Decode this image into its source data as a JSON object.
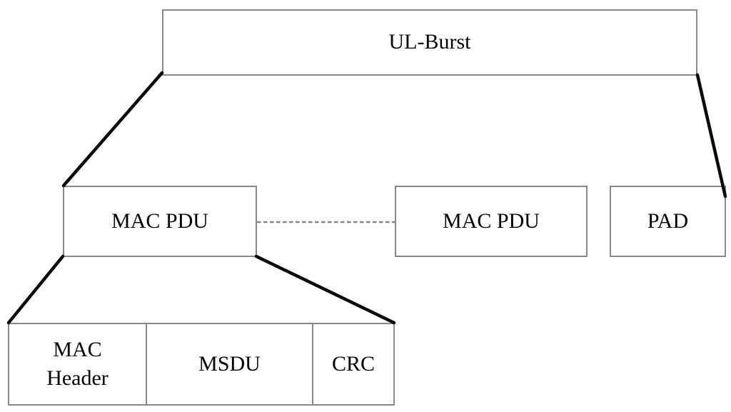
{
  "diagram": {
    "type": "protocol-structure-diagram",
    "nodes": {
      "ul_burst": {
        "label": "UL-Burst"
      },
      "mac_pdu_1": {
        "label": "MAC PDU"
      },
      "mac_pdu_2": {
        "label": "MAC PDU"
      },
      "pad": {
        "label": "PAD"
      },
      "mac_header": {
        "label": "MAC Header"
      },
      "msdu": {
        "label": "MSDU"
      },
      "crc": {
        "label": "CRC"
      }
    },
    "colors": {
      "background": "#ffffff",
      "box_border": "#888888",
      "connector": "#0a0a0a",
      "dashed": "#858585",
      "text": "#000000"
    }
  }
}
